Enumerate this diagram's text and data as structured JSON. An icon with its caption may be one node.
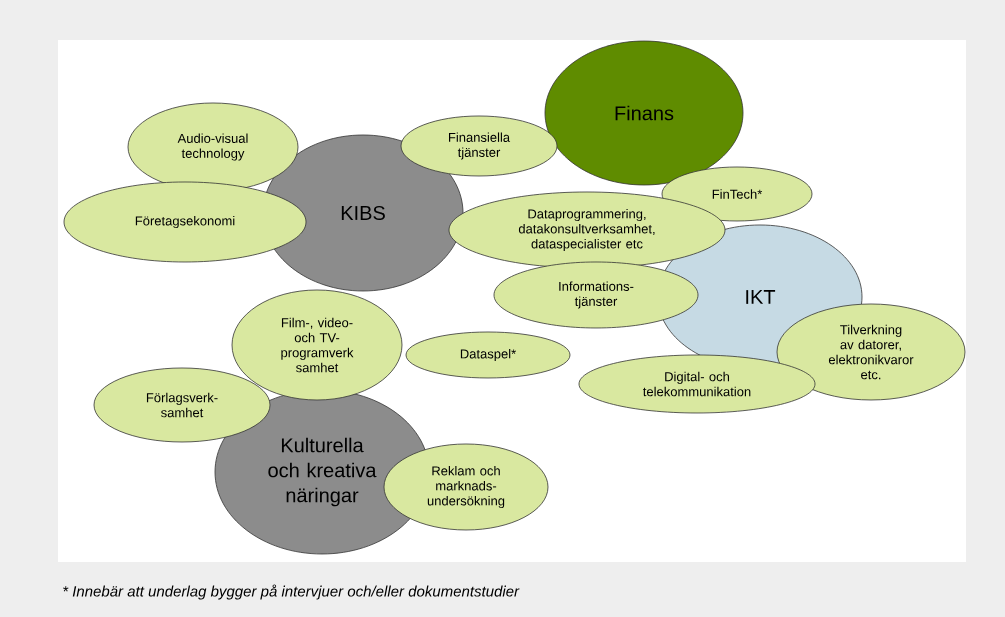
{
  "diagram": {
    "caption": "* Innebär att underlag bygger på intervjuer och/eller dokumentstudier",
    "nodes": [
      {
        "text": [
          "Finans"
        ]
      },
      {
        "text": [
          "Audio-visual technology"
        ]
      },
      {
        "text": [
          "Finansiella tjänster"
        ]
      },
      {
        "text": [
          "KIBS"
        ]
      },
      {
        "text": [
          "FinTech*"
        ]
      },
      {
        "text": [
          "Företagsekonomi"
        ]
      },
      {
        "text": [
          "Dataprogrammering, datakonsultverksamhet, dataspecialister etc"
        ]
      },
      {
        "text": [
          "IKT"
        ]
      },
      {
        "text": [
          "Informations- tjänster"
        ]
      },
      {
        "text": [
          "Film-, video- och TV- programverk samhet"
        ]
      },
      {
        "text": [
          "Dataspel*"
        ]
      },
      {
        "text": [
          "Tilverkning av datorer, elektronikvaror etc."
        ]
      },
      {
        "text": [
          "Digital- och telekommunikation"
        ]
      },
      {
        "text": [
          "Förlagsverk- samhet"
        ]
      },
      {
        "text": [
          "Kulturella och kreativa näringar"
        ]
      },
      {
        "text": [
          "Reklam och marknads- undersökning"
        ]
      }
    ]
  }
}
